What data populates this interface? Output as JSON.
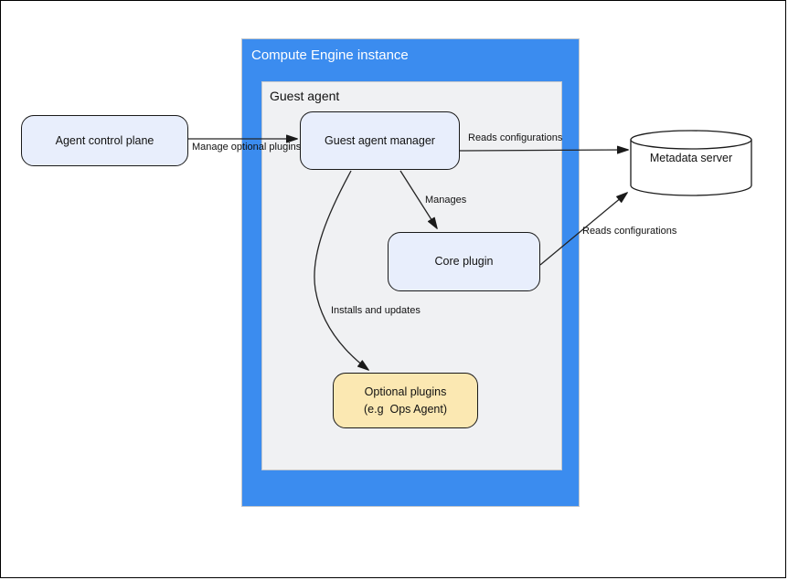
{
  "diagram": {
    "containers": {
      "compute_engine": {
        "title": "Compute Engine instance"
      },
      "guest_agent": {
        "title": "Guest agent"
      }
    },
    "nodes": {
      "agent_control_plane": {
        "label": "Agent control plane"
      },
      "guest_agent_manager": {
        "label": "Guest agent manager"
      },
      "core_plugin": {
        "label": "Core plugin"
      },
      "optional_plugins": {
        "label_line1": "Optional plugins",
        "label_line2": "(e.g  Ops Agent)"
      },
      "metadata_server": {
        "label": "Metadata server"
      }
    },
    "edges": {
      "manage_optional_plugins": {
        "from": "agent_control_plane",
        "to": "guest_agent_manager",
        "label": "Manage optional plugins"
      },
      "manager_reads_configurations": {
        "from": "guest_agent_manager",
        "to": "metadata_server",
        "label": "Reads configurations"
      },
      "manages": {
        "from": "guest_agent_manager",
        "to": "core_plugin",
        "label": "Manages"
      },
      "core_reads_configurations": {
        "from": "core_plugin",
        "to": "metadata_server",
        "label": "Reads configurations"
      },
      "installs_and_updates": {
        "from": "guest_agent_manager",
        "to": "optional_plugins",
        "label": "Installs and updates"
      }
    },
    "colors": {
      "container_blue": "#3b8cef",
      "container_gray": "#f0f1f3",
      "node_blue_fill": "#e8eefc",
      "node_yellow_fill": "#fbe8b2",
      "cylinder_fill": "#ffffff",
      "edge_stroke": "#242424"
    }
  }
}
